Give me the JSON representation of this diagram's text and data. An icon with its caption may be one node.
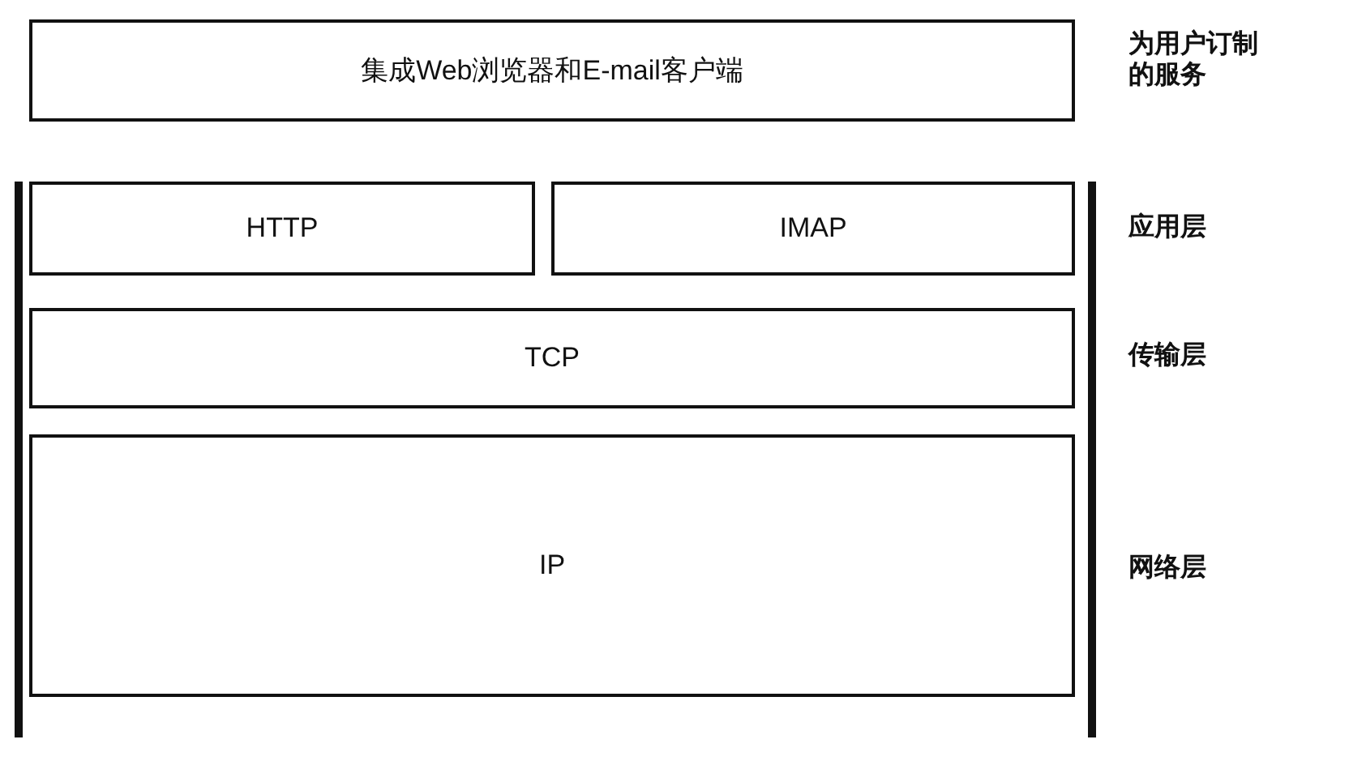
{
  "diagram": {
    "nodes": [
      {
        "text": [
          "集成Web浏览器和E-mail客户端"
        ]
      },
      {
        "text": [
          "HTTP"
        ]
      },
      {
        "text": [
          "IMAP"
        ]
      },
      {
        "text": [
          "TCP"
        ]
      },
      {
        "text": [
          "IP"
        ]
      }
    ],
    "labels": [
      "为用户订制的服务",
      "应用层",
      "传输层",
      "网络层"
    ]
  }
}
